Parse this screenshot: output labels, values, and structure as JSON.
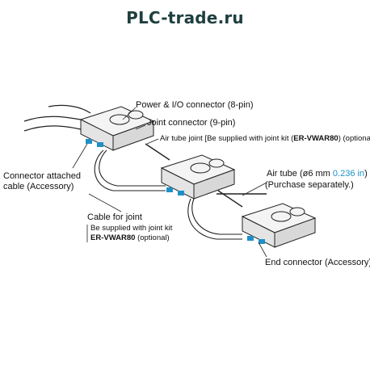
{
  "watermark": "PLC-trade.ru",
  "labels": {
    "power_io": "Power & I/O connector (8-pin)",
    "joint": "Joint connector (9-pin)",
    "air_joint_pre": "Air tube joint [Be supplied with joint kit (",
    "air_joint_kit": "ER-VWAR80",
    "air_joint_post": ") (optional)]",
    "cable_attached_1": "Connector attached",
    "cable_attached_2": "cable (Accessory)",
    "air_tube_pre": "Air tube (ø6 mm ",
    "air_tube_in": "0.236 in",
    "air_tube_post": ")",
    "purchase": "(Purchase separately.)",
    "cable_joint": "Cable for joint",
    "cj_line2": "Be supplied with joint kit",
    "cj_kit": "ER-VWAR80",
    "cj_opt": " (optional)",
    "end_conn": "End connector (Accessory)"
  },
  "colors": {
    "accent_blue": "#1e90c8",
    "text": "#111111"
  }
}
